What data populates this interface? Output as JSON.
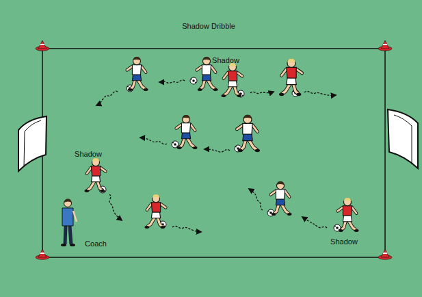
{
  "diagram": {
    "title": "Shadow Dribble",
    "labels": [
      "Shadow",
      "Shadow",
      "Shadow",
      "Coach"
    ]
  }
}
